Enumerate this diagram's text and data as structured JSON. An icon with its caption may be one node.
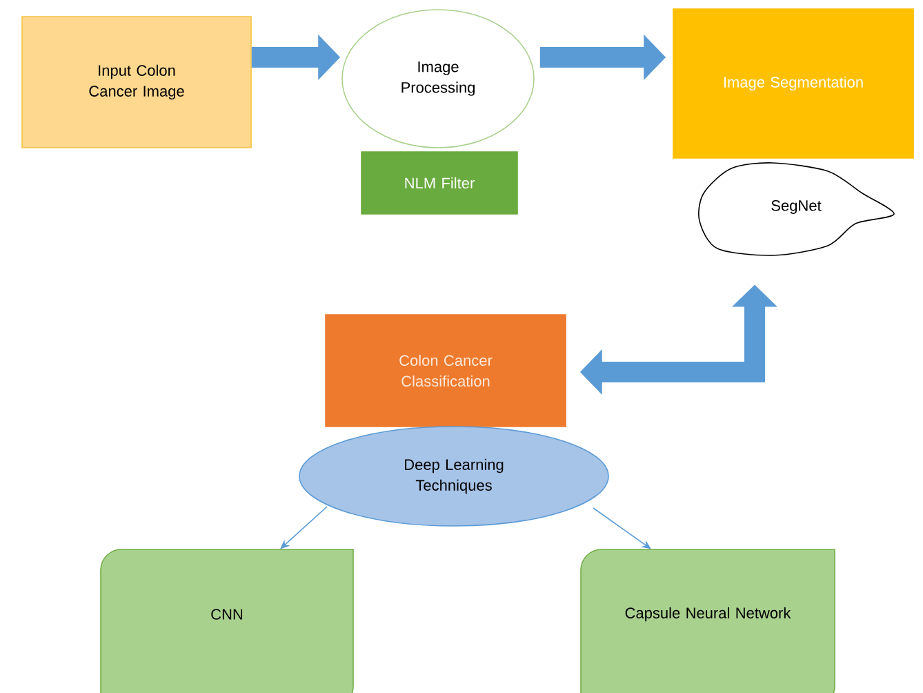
{
  "diagram": {
    "nodes": [
      {
        "text": [
          "Input Colon Cancer Image"
        ]
      },
      {
        "text": [
          "Image Processing"
        ]
      },
      {
        "text": [
          "NLM Filter"
        ]
      },
      {
        "text": [
          "Image Segmentation"
        ]
      },
      {
        "text": [
          "SegNet"
        ]
      },
      {
        "text": [
          "Colon Cancer Classification"
        ]
      },
      {
        "text": [
          "Deep Learning Techniques"
        ]
      },
      {
        "text": [
          "CNN"
        ]
      },
      {
        "text": [
          "Capsule Neural Network"
        ]
      }
    ],
    "edges": [
      {
        "from": 0,
        "to": 1,
        "arrow": "to"
      },
      {
        "from": 1,
        "to": 3,
        "arrow": "to"
      },
      {
        "from": 4,
        "to": 5,
        "arrow": "both"
      },
      {
        "from": 6,
        "to": 7,
        "arrow": "to"
      },
      {
        "from": 6,
        "to": 8,
        "arrow": "to"
      }
    ]
  }
}
